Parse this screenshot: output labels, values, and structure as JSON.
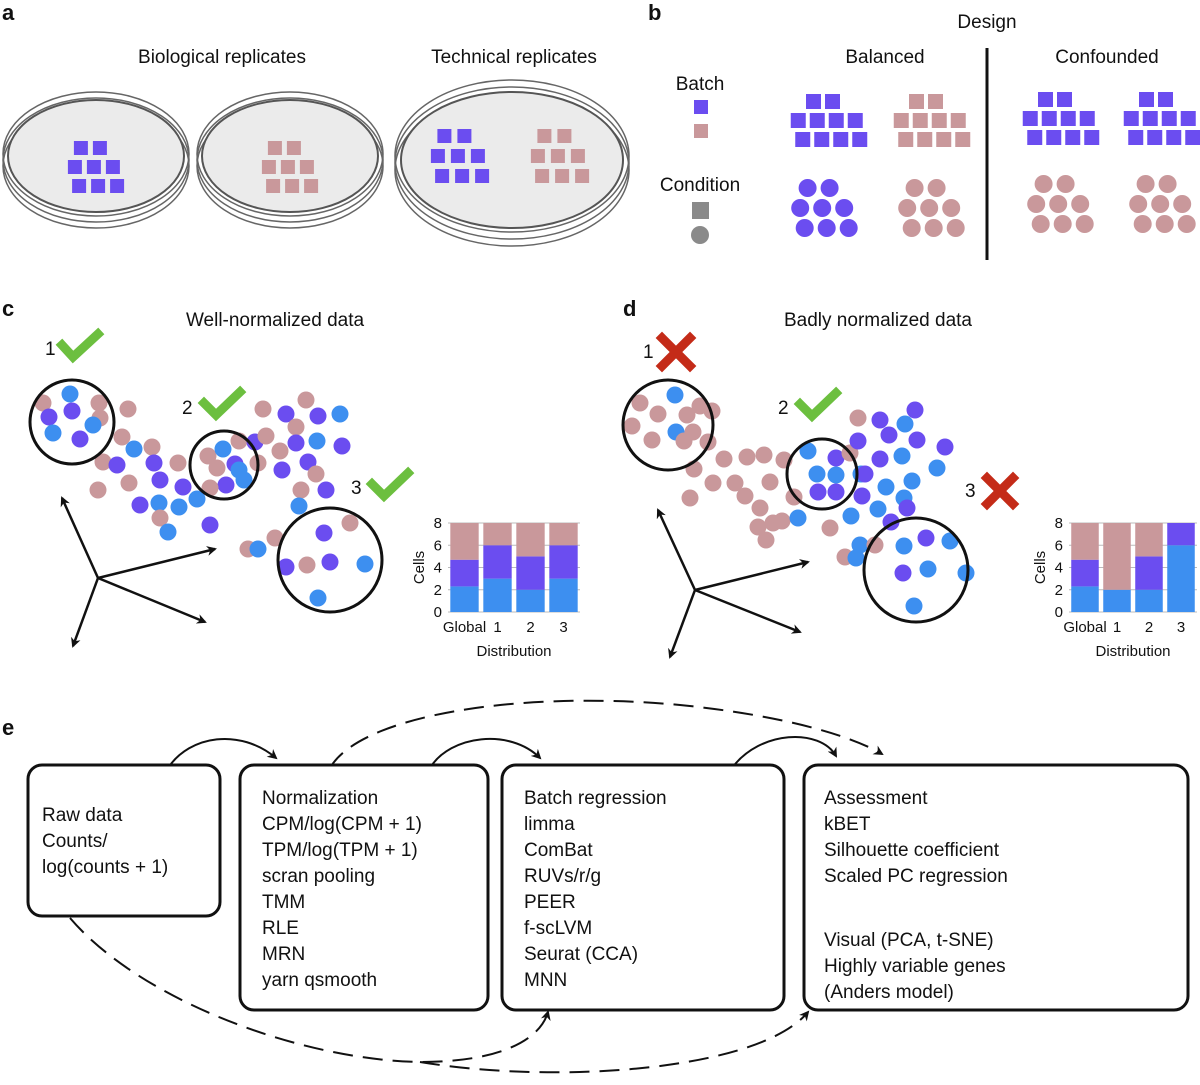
{
  "panel_labels": {
    "a": "a",
    "b": "b",
    "c": "c",
    "d": "d",
    "e": "e"
  },
  "panel_a": {
    "biological_title": "Biological replicates",
    "technical_title": "Technical replicates"
  },
  "panel_b": {
    "design_title": "Design",
    "balanced_title": "Balanced",
    "confounded_title": "Confounded",
    "legend_batch": "Batch",
    "legend_condition": "Condition"
  },
  "colors": {
    "batch_purple": "#6b4df0",
    "batch_pink": "#c9989b",
    "cell_blue": "#3d8ff0",
    "cell_purple": "#6b4df0",
    "cell_pink": "#c9989b",
    "check_green": "#6cbf3f",
    "cross_red": "#c42b18",
    "legend_gray": "#8a8a8a"
  },
  "panel_c": {
    "title": "Well-normalized data",
    "neighborhoods": [
      {
        "label": "1",
        "status": "check-icon"
      },
      {
        "label": "2",
        "status": "check-icon"
      },
      {
        "label": "3",
        "status": "check-icon"
      }
    ]
  },
  "panel_d": {
    "title": "Badly normalized data",
    "neighborhoods": [
      {
        "label": "1",
        "status": "cross-icon"
      },
      {
        "label": "2",
        "status": "check-icon"
      },
      {
        "label": "3",
        "status": "cross-icon"
      }
    ]
  },
  "chart_data": [
    {
      "type": "bar",
      "stacked": true,
      "categories": [
        "Global",
        "1",
        "2",
        "3"
      ],
      "series": [
        {
          "color": "#3d8ff0",
          "values": [
            2.3,
            3,
            2,
            3
          ]
        },
        {
          "color": "#6b4df0",
          "values": [
            2.4,
            3,
            3,
            3
          ]
        },
        {
          "color": "#c9989b",
          "values": [
            3.3,
            2,
            3,
            2
          ]
        }
      ],
      "ylabel": "Cells",
      "xlabel": "Distribution",
      "ylim": [
        0,
        8
      ],
      "yticks": [
        "0",
        "2",
        "4",
        "6",
        "8"
      ]
    },
    {
      "type": "bar",
      "stacked": true,
      "categories": [
        "Global",
        "1",
        "2",
        "3"
      ],
      "series": [
        {
          "color": "#3d8ff0",
          "values": [
            2.3,
            2,
            2,
            6
          ]
        },
        {
          "color": "#6b4df0",
          "values": [
            2.4,
            0,
            3,
            2
          ]
        },
        {
          "color": "#c9989b",
          "values": [
            3.3,
            6,
            3,
            0
          ]
        }
      ],
      "ylabel": "Cells",
      "xlabel": "Distribution",
      "ylim": [
        0,
        8
      ],
      "yticks": [
        "0",
        "2",
        "4",
        "6",
        "8"
      ]
    }
  ],
  "panel_e": {
    "boxes": [
      {
        "lines": [
          "Raw data",
          "Counts/",
          "log(counts + 1)"
        ]
      },
      {
        "lines": [
          "Normalization",
          "CPM/log(CPM + 1)",
          "TPM/log(TPM + 1)",
          "scran pooling",
          "TMM",
          "RLE",
          "MRN",
          "yarn qsmooth"
        ]
      },
      {
        "lines": [
          "Batch regression",
          "limma",
          "ComBat",
          "RUVs/r/g",
          "PEER",
          "f-scLVM",
          "Seurat (CCA)",
          "MNN"
        ]
      },
      {
        "lines": [
          "Assessment",
          "kBET",
          "Silhouette coefficient",
          "Scaled PC regression",
          "",
          "Visual (PCA, t-SNE)",
          "Highly variable genes",
          "(Anders model)"
        ]
      }
    ]
  }
}
